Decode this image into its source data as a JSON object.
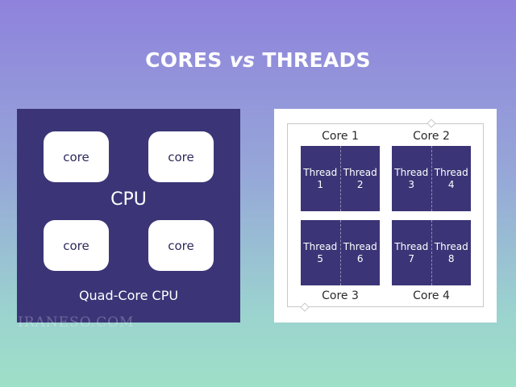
{
  "title": {
    "part1": "CORES ",
    "vs": "vs",
    "part2": " THREADS"
  },
  "cpu": {
    "cores": [
      "core",
      "core",
      "core",
      "core"
    ],
    "center_label": "CPU",
    "caption": "Quad-Core CPU"
  },
  "threads_diagram": {
    "cores": [
      {
        "label": "Core 1",
        "threads": [
          {
            "word": "Thread",
            "num": "1"
          },
          {
            "word": "Thread",
            "num": "2"
          }
        ]
      },
      {
        "label": "Core 2",
        "threads": [
          {
            "word": "Thread",
            "num": "3"
          },
          {
            "word": "Thread",
            "num": "4"
          }
        ]
      },
      {
        "label": "Core 3",
        "threads": [
          {
            "word": "Thread",
            "num": "5"
          },
          {
            "word": "Thread",
            "num": "6"
          }
        ]
      },
      {
        "label": "Core 4",
        "threads": [
          {
            "word": "Thread",
            "num": "7"
          },
          {
            "word": "Thread",
            "num": "8"
          }
        ]
      }
    ]
  },
  "watermark": "IRANESO.COM",
  "colors": {
    "panel": "#3b3577",
    "text_dark": "#2a2a2a",
    "white": "#ffffff"
  }
}
